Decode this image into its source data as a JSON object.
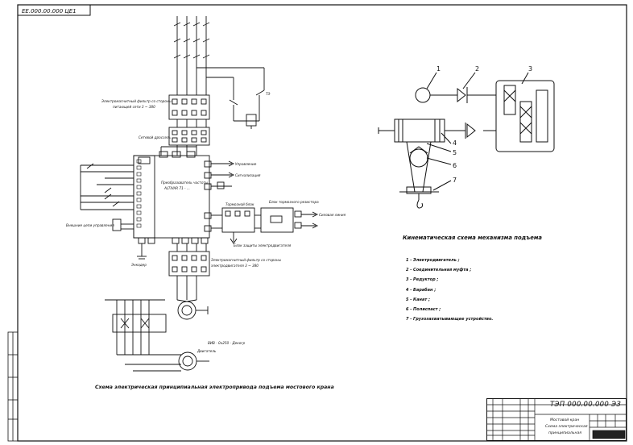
{
  "sheet": {
    "top_code": "ЕЕ.000.00.000 ЦЕ1",
    "main_caption": "Схема электрическая принципиальная электропривода подъема мостового крана",
    "kinematic_title": "Кинематическая схема механизма подъема"
  },
  "title_block": {
    "designation": "ТЭП 000.00.000 ЭЗ",
    "name_line1": "Мостовой кран",
    "name_line2": "Схема электрическая",
    "name_line3": "принципиальная"
  },
  "schematic": {
    "encoder_label": "Энкодер",
    "contactor_label": "Сетевой дроссель",
    "inverter_label_1": "Преобразователь частоты",
    "inverter_label_2": "ALTIVAR 71 - ...",
    "filter_top_1": "Электромагнитный фильтр со стороны",
    "filter_top_2": "питающей сети 3 ~ 380",
    "filter_bottom_1": "Электромагнитный фильтр со стороны",
    "filter_bottom_2": "электродвигателя 3 ~ 380",
    "brake_unit_label": "Тормозной блок",
    "brake_resistor_label": "Блок тормозного резистора",
    "ext_block_label": "Блок защиты электродвигателя",
    "out_label_1": "Силовая линия",
    "out_label_2": "Управление",
    "out_label_3": "Сигнализация",
    "motor_label": "Двигатель",
    "encoder_small": "Внешние цепи управления",
    "motor_type": "ВИВ - 0х250 - Декогр",
    "brake_label": "ТЭ"
  },
  "kinematic": {
    "callouts": [
      "1",
      "2",
      "3",
      "4",
      "5",
      "6",
      "7"
    ],
    "legend": [
      "1 - Электродвигатель ;",
      "2 - Соединительная муфта ;",
      "3 - Редуктор ;",
      "4 - Барабан ;",
      "5 - Канат ;",
      "6 - Полиспаст ;",
      "7 - Грузозахватывающее устройство."
    ]
  }
}
